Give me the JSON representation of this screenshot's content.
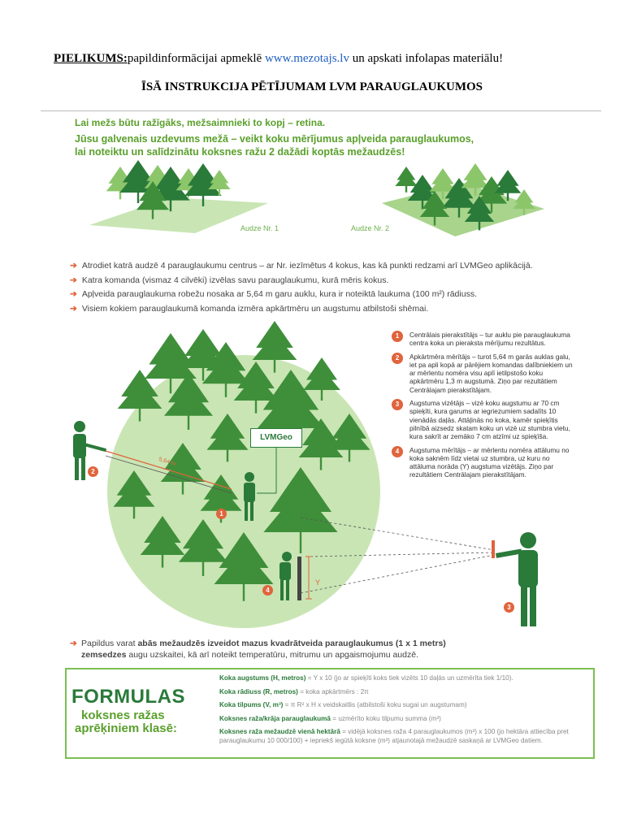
{
  "header": {
    "label": "PIELIKUMS:",
    "text_before_link": "papildinformācijai apmeklē ",
    "link": "www.mezotajs.lv",
    "text_after_link": " un apskati infolapas materiālu!"
  },
  "title": "ĪSĀ INSTRUKCIJA PĒTĪJUMAM LVM PARAUGLAUKUMOS",
  "intro": {
    "line1": "Lai mežs būtu ražīgāks, mežsaimnieki to kopj – retina.",
    "line2": "Jūsu galvenais uzdevums mežā – veikt koku mērījumus apļveida parauglaukumos,",
    "line3": "lai noteiktu un salīdzinātu koksnes ražu 2 dažādi koptās mežaudzēs!"
  },
  "stands": {
    "stand1": "Audze Nr. 1",
    "stand2": "Audze Nr. 2"
  },
  "bullets": [
    "Atrodiet katrā audzē 4 parauglaukumu centrus – ar Nr. iezīmētus 4 kokus, kas kā punkti redzami arī LVMGeo aplikācijā.",
    "Katra komanda (vismaz 4 cilvēki) izvēlas savu parauglaukumu, kurā mēris kokus.",
    "Apļveida parauglaukuma robežu nosaka ar 5,64 m garu auklu, kura ir noteiktā laukuma (100 m²) rādiuss.",
    "Visiem kokiem parauglaukumā komanda izmēra apkārtmēru un augstumu atbilstoši shēmai."
  ],
  "diagram": {
    "lvmgeo": "LVMGeo",
    "rope_label": "5,64 m",
    "y_label": "Y",
    "nums": [
      "1",
      "2",
      "3",
      "4"
    ]
  },
  "steps": [
    {
      "num": "1",
      "text": "Centrālais pierakstītājs – tur auklu pie parauglaukuma centra koka un pieraksta mērījumu rezultātus."
    },
    {
      "num": "2",
      "text": "Apkārtmēra mērītājs – turot 5,64 m garās auklas galu, iet pa apli kopā ar pārējiem komandas dalībniekiem un ar mērlentu nomēra visu aplī ietilpstošo koku apkārtmēru 1,3 m augstumā. Ziņo par rezultātiem Centrālajam pierakstītājam."
    },
    {
      "num": "3",
      "text": "Augstuma vizētājs – vizē koku augstumu ar 70 cm spieķīti, kura garums ar iegriezumiem sadalīts 10 vienādās daļās. Attāļinās no koka, kamēr spieķītis pilnībā aizsedz skatam koku un vizē uz stumbra vietu, kura sakrīt ar zemāko 7 cm atzīmi uz spieķīša."
    },
    {
      "num": "4",
      "text": "Augstuma mērītājs – ar mērlentu nomēra attālumu no koka saknēm līdz vietai uz stumbra, uz kuru no attāluma norāda (Y) augstuma vizētājs. Ziņo par rezultātiem Centrālajam pierakstītājam."
    }
  ],
  "bottom_note": {
    "part1": "Papildus varat ",
    "bold1": "abās mežaudzēs izveidot mazus kvadrātveida parauglaukumus (1 x 1 metrs)",
    "bold2": "zemsedzes",
    "part2": " augu uzskaitei, kā arī noteikt temperatūru, mitrumu un apgaismojumu audzē."
  },
  "formulas": {
    "title": "FORMULAS",
    "subtitle1": "koksnes ražas",
    "subtitle2": "aprēķiniem klasē:",
    "items": [
      {
        "name": "Koka augstums (H, metros)",
        "text": " = Y x 10 (jo ar spieķīti koks tiek vizēts 10 daļās un uzmērīta tiek 1/10)."
      },
      {
        "name": "Koka rādiuss (R, metros)",
        "text": " = koka apkārtmērs : 2π"
      },
      {
        "name": "Koka tilpums (V, m³)",
        "text": " = π R² x H x veidskaitlis (atbilstoši koku sugai un augstumam)"
      },
      {
        "name": "Koksnes raža/krāja parauglaukumā",
        "text": " = uzmērīto koku tilpumu summa (m³)"
      },
      {
        "name": "Koksnes raža mežaudzē vienā hektārā",
        "text": " = vidējā koksnes raža 4 parauglaukumos (m³) x 100 (jo hektāra attiecība pret parauglaukumu 10 000/100) + iepriekš iegūtā koksne (m³) atjaunotajā mežaudzē saskaņā ar LVMGeo datiem."
      }
    ]
  },
  "colors": {
    "dark_green": "#2a7a3a",
    "mid_green": "#3f8f3a",
    "light_green": "#8cc66a",
    "pale_green": "#c9e5b4",
    "accent_orange": "#e0643c",
    "link_blue": "#1f5fbf"
  }
}
